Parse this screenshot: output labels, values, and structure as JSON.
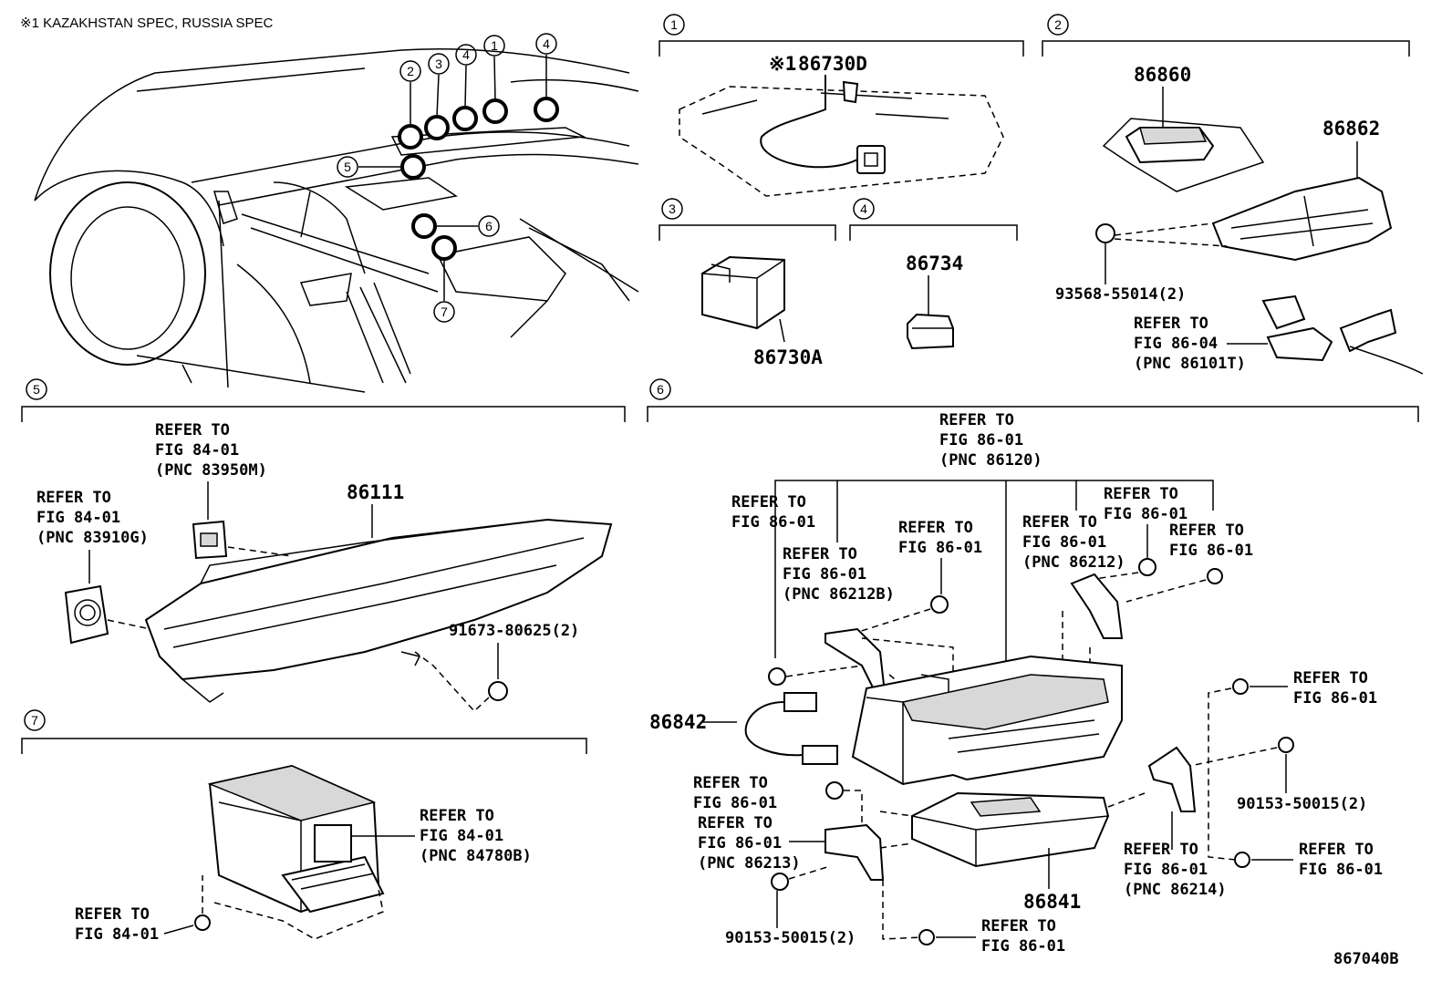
{
  "header_note": "※1 KAZAKHSTAN SPEC, RUSSIA SPEC",
  "figure_id": "867040B",
  "callouts": [
    "1",
    "2",
    "3",
    "4",
    "5",
    "6",
    "7"
  ],
  "sections": {
    "s1": {
      "num": "1",
      "part": "86730D",
      "note_mark": "※1"
    },
    "s2": {
      "num": "2",
      "parts": [
        "86860",
        "86862",
        "93568-55014(2)"
      ],
      "refer": [
        "REFER TO",
        "FIG 86-04",
        "(PNC 86101T)"
      ]
    },
    "s3": {
      "num": "3",
      "part": "86730A"
    },
    "s4": {
      "num": "4",
      "part": "86734"
    },
    "s5": {
      "num": "5",
      "part": "86111",
      "bolt": "91673-80625(2)",
      "refer_a": [
        "REFER TO",
        "FIG 84-01",
        "(PNC 83950M)"
      ],
      "refer_b": [
        "REFER TO",
        "FIG 84-01",
        "(PNC 83910G)"
      ]
    },
    "s6": {
      "num": "6",
      "parts": [
        "86842",
        "86841",
        "90153-50015(2)",
        "90153-50015(2)"
      ],
      "refer_top": [
        "REFER TO",
        "FIG 86-01",
        "(PNC 86120)"
      ],
      "refer_fig": [
        "REFER TO",
        "FIG 86-01"
      ],
      "refer_b": [
        "REFER TO",
        "FIG 86-01",
        "(PNC 86212B)"
      ],
      "refer_212": [
        "REFER TO",
        "FIG 86-01",
        "(PNC 86212)"
      ],
      "refer_213": [
        "REFER TO",
        "FIG 86-01",
        "(PNC 86213)"
      ],
      "refer_214": [
        "REFER TO",
        "FIG 86-01",
        "(PNC 86214)"
      ]
    },
    "s7": {
      "num": "7",
      "refer_a": [
        "REFER TO",
        "FIG 84-01",
        "(PNC 84780B)"
      ],
      "refer_b": [
        "REFER TO",
        "FIG 84-01"
      ]
    }
  }
}
